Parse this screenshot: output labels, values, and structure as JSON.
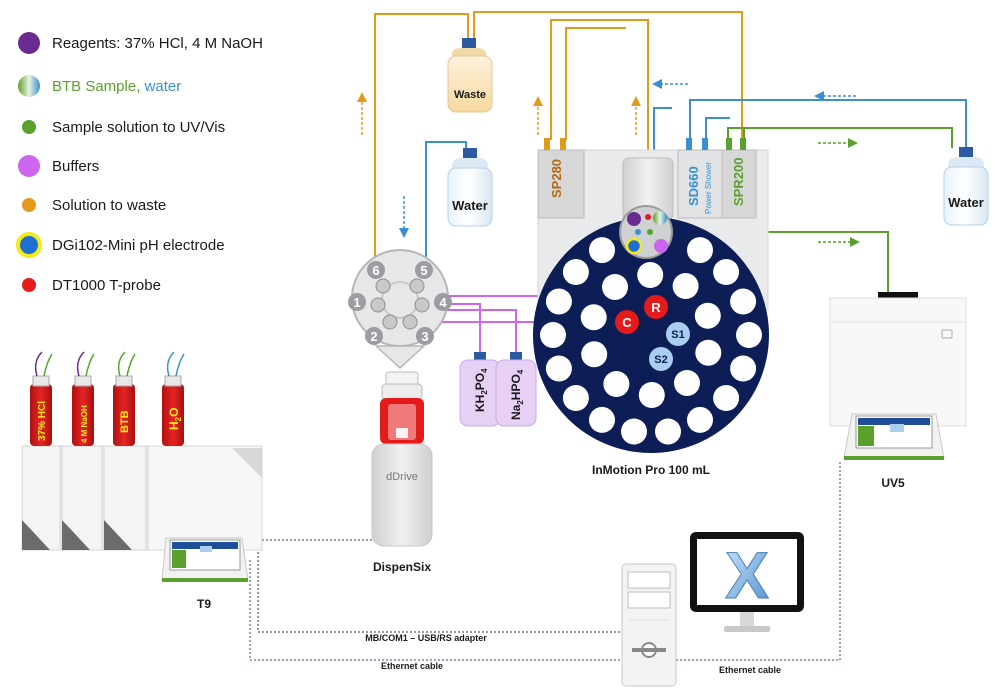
{
  "legend": [
    {
      "id": "reagents",
      "text": "Reagents: 37% HCl, 4 M NaOH",
      "color": "#6a2a8f"
    },
    {
      "id": "btb",
      "text_a": "BTB Sample,",
      "text_b": " water",
      "color_a": "#5aa02c",
      "color_b": "#3a8fd0"
    },
    {
      "id": "uvvis",
      "text": "Sample solution to UV/Vis",
      "color": "#5aa02c"
    },
    {
      "id": "buffers",
      "text": "Buffers",
      "color": "#cc66ee"
    },
    {
      "id": "waste",
      "text": "Solution to waste",
      "color": "#e39a1a"
    },
    {
      "id": "electrode",
      "text": "DGi102-Mini pH electrode",
      "color": "#1e6fd1",
      "ring": "#f2ea1a"
    },
    {
      "id": "tprobe",
      "text": "DT1000 T-probe",
      "color": "#e31b1b"
    }
  ],
  "bottles": {
    "waste": "Waste",
    "water_left": "Water",
    "water_right": "Water"
  },
  "pumps": {
    "sp280": "SP280",
    "sd660": "SD660",
    "sd660_sub": "Power Shower",
    "spr200": "SPR200"
  },
  "valve_ports": [
    "1",
    "2",
    "3",
    "4",
    "5",
    "6"
  ],
  "buffers": {
    "kh2po4": {
      "a": "KH",
      "sub1": "2",
      "b": "PO",
      "sub2": "4"
    },
    "na2hpo4": {
      "a": "Na",
      "sub1": "2",
      "b": "HPO",
      "sub2": "4"
    }
  },
  "rack": {
    "label": "InMotion Pro 100 mL",
    "pos_c": "C",
    "pos_r": "R",
    "pos_s1": "S1",
    "pos_s2": "S2"
  },
  "reagent_bottles": [
    "37% HCl",
    "4 M NaOH",
    "BTB"
  ],
  "h2o": {
    "main": "H",
    "sub": "2",
    "tail": "O"
  },
  "devices": {
    "t9": "T9",
    "dispensix": "DispenSix",
    "ddrive": "dDrive",
    "uv5": "UV5"
  },
  "cables": {
    "usb": "MB/COM1 – USB/RS adapter",
    "eth_left": "Ethernet cable",
    "eth_right": "Ethernet cable"
  },
  "colors": {
    "orange": "#e39a1a",
    "blue": "#3a8fd0",
    "green": "#5aa02c",
    "purple": "#cc66ee",
    "navy": "#0d1d55",
    "red": "#e31b1b",
    "lightblue": "#a9cff0"
  }
}
